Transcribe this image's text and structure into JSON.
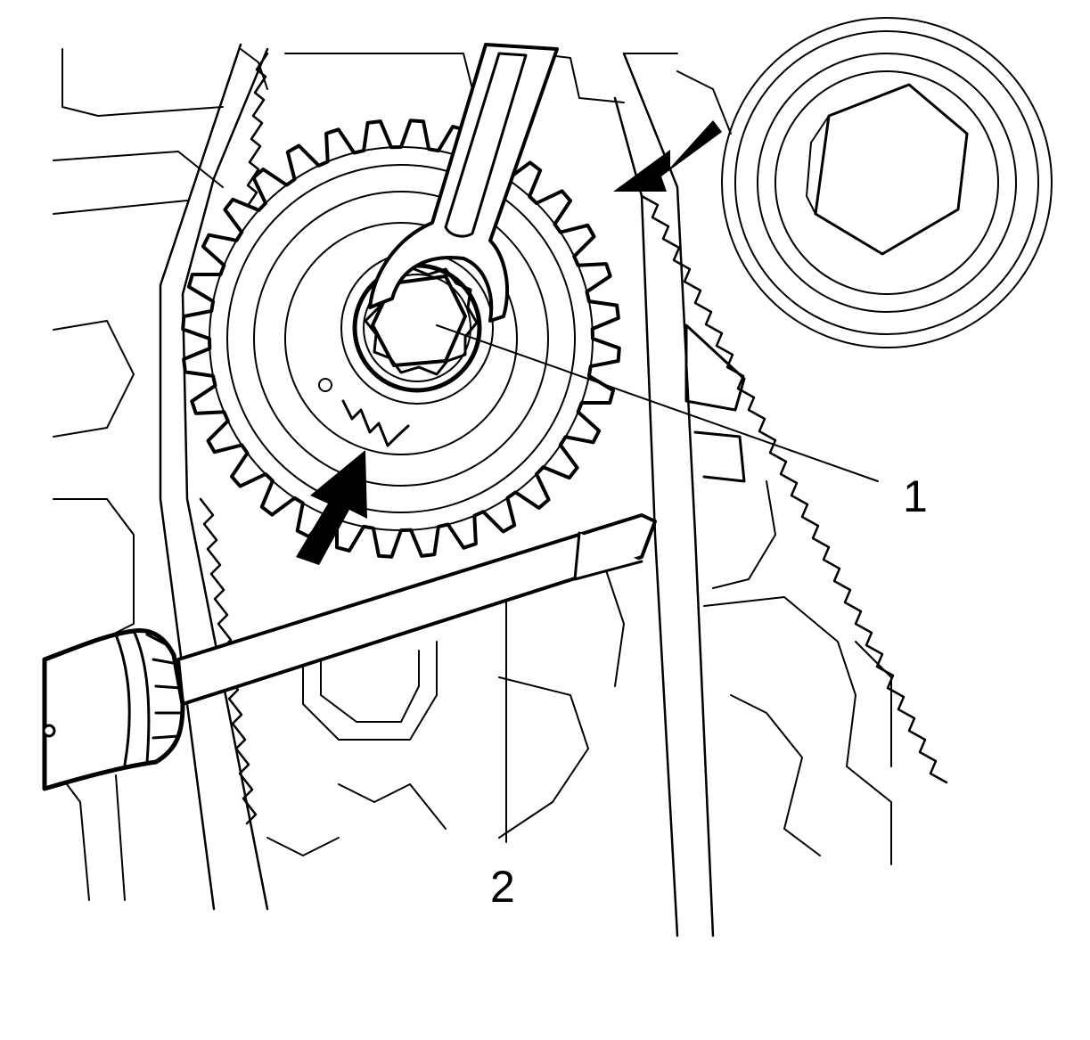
{
  "figure": {
    "callouts": [
      {
        "id": 1,
        "label": "1"
      },
      {
        "id": 2,
        "label": "2"
      }
    ],
    "ink_color": "#000000",
    "background_color": "#ffffff"
  }
}
